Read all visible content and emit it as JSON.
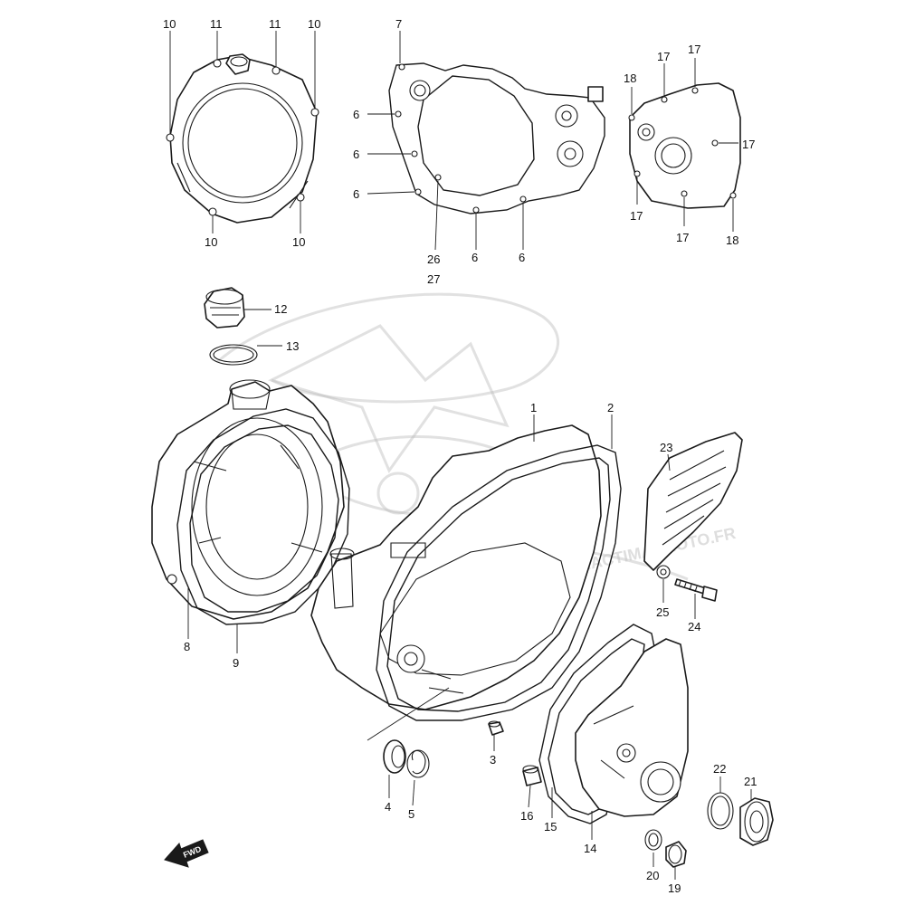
{
  "watermark": {
    "text": "WWW.ACTIMALMOTO.FR"
  },
  "fwd_label": "FWD",
  "callouts": [
    {
      "id": "c10a",
      "text": "10"
    },
    {
      "id": "c11a",
      "text": "11"
    },
    {
      "id": "c11b",
      "text": "11"
    },
    {
      "id": "c10b",
      "text": "10"
    },
    {
      "id": "c10c",
      "text": "10"
    },
    {
      "id": "c10d",
      "text": "10"
    },
    {
      "id": "c7",
      "text": "7"
    },
    {
      "id": "c6a",
      "text": "6"
    },
    {
      "id": "c6b",
      "text": "6"
    },
    {
      "id": "c6c",
      "text": "6"
    },
    {
      "id": "c26",
      "text": "26"
    },
    {
      "id": "c27",
      "text": "27"
    },
    {
      "id": "c6d",
      "text": "6"
    },
    {
      "id": "c6e",
      "text": "6"
    },
    {
      "id": "c18a",
      "text": "18"
    },
    {
      "id": "c17a",
      "text": "17"
    },
    {
      "id": "c17b",
      "text": "17"
    },
    {
      "id": "c17c",
      "text": "17"
    },
    {
      "id": "c17d",
      "text": "17"
    },
    {
      "id": "c17e",
      "text": "17"
    },
    {
      "id": "c18b",
      "text": "18"
    },
    {
      "id": "c12",
      "text": "12"
    },
    {
      "id": "c13",
      "text": "13"
    },
    {
      "id": "c1",
      "text": "1"
    },
    {
      "id": "c2",
      "text": "2"
    },
    {
      "id": "c23",
      "text": "23"
    },
    {
      "id": "c8",
      "text": "8"
    },
    {
      "id": "c9",
      "text": "9"
    },
    {
      "id": "c25",
      "text": "25"
    },
    {
      "id": "c24",
      "text": "24"
    },
    {
      "id": "c3",
      "text": "3"
    },
    {
      "id": "c4",
      "text": "4"
    },
    {
      "id": "c5",
      "text": "5"
    },
    {
      "id": "c16",
      "text": "16"
    },
    {
      "id": "c15",
      "text": "15"
    },
    {
      "id": "c14",
      "text": "14"
    },
    {
      "id": "c22",
      "text": "22"
    },
    {
      "id": "c21",
      "text": "21"
    },
    {
      "id": "c20",
      "text": "20"
    },
    {
      "id": "c19",
      "text": "19"
    }
  ]
}
